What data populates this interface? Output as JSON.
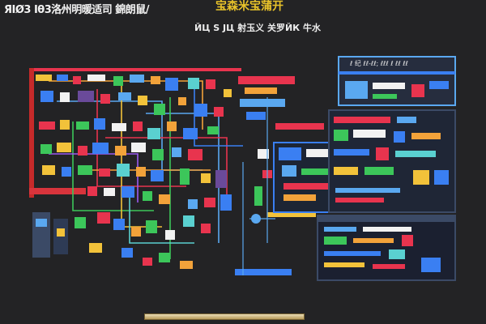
{
  "header": {
    "title_left": "ЯIØ3 Iθ3洛州明暖适司 錦朗鼠/",
    "title_right": "宝森米宝蒲开",
    "subtitle": "ЙЦ Ѕ ЈЦ 射玉义 关罗ЙК 牛水"
  },
  "panels": {
    "right_top_title": "ℓ 纪 ℓℓ-ℓℓ; ℓℓℓ ℓ ℓℓ ℓℓ"
  },
  "colors": {
    "background": "#232325",
    "accent_yellow": "#e8c22a",
    "accent_red": "#e8344e",
    "accent_blue": "#3a7ff2",
    "accent_green": "#3cc65a"
  }
}
